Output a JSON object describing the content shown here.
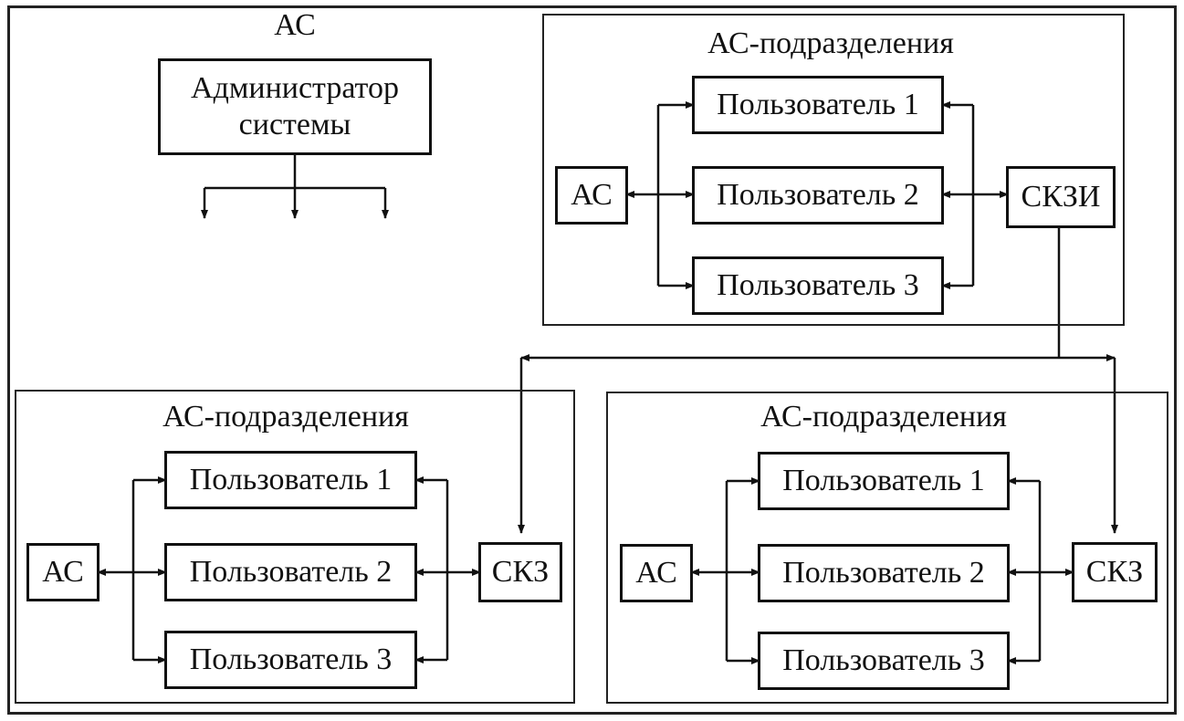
{
  "system": {
    "label": "АС",
    "admin": {
      "line1": "Администратор",
      "line2": "системы"
    }
  },
  "top_unit": {
    "title": "АС-подразделения",
    "as_label": "АС",
    "users": [
      "Пользователь 1",
      "Пользователь 2",
      "Пользователь 3"
    ],
    "crypto_label": "СКЗИ"
  },
  "left_unit": {
    "title": "АС-подразделения",
    "as_label": "АС",
    "users": [
      "Пользователь 1",
      "Пользователь 2",
      "Пользователь 3"
    ],
    "crypto_label": "СКЗ"
  },
  "right_unit": {
    "title": "АС-подразделения",
    "as_label": "АС",
    "users": [
      "Пользователь 1",
      "Пользователь 2",
      "Пользователь 3"
    ],
    "crypto_label": "СКЗ"
  },
  "colors": {
    "line": "#111111",
    "frame": "#222222",
    "background": "#ffffff"
  }
}
